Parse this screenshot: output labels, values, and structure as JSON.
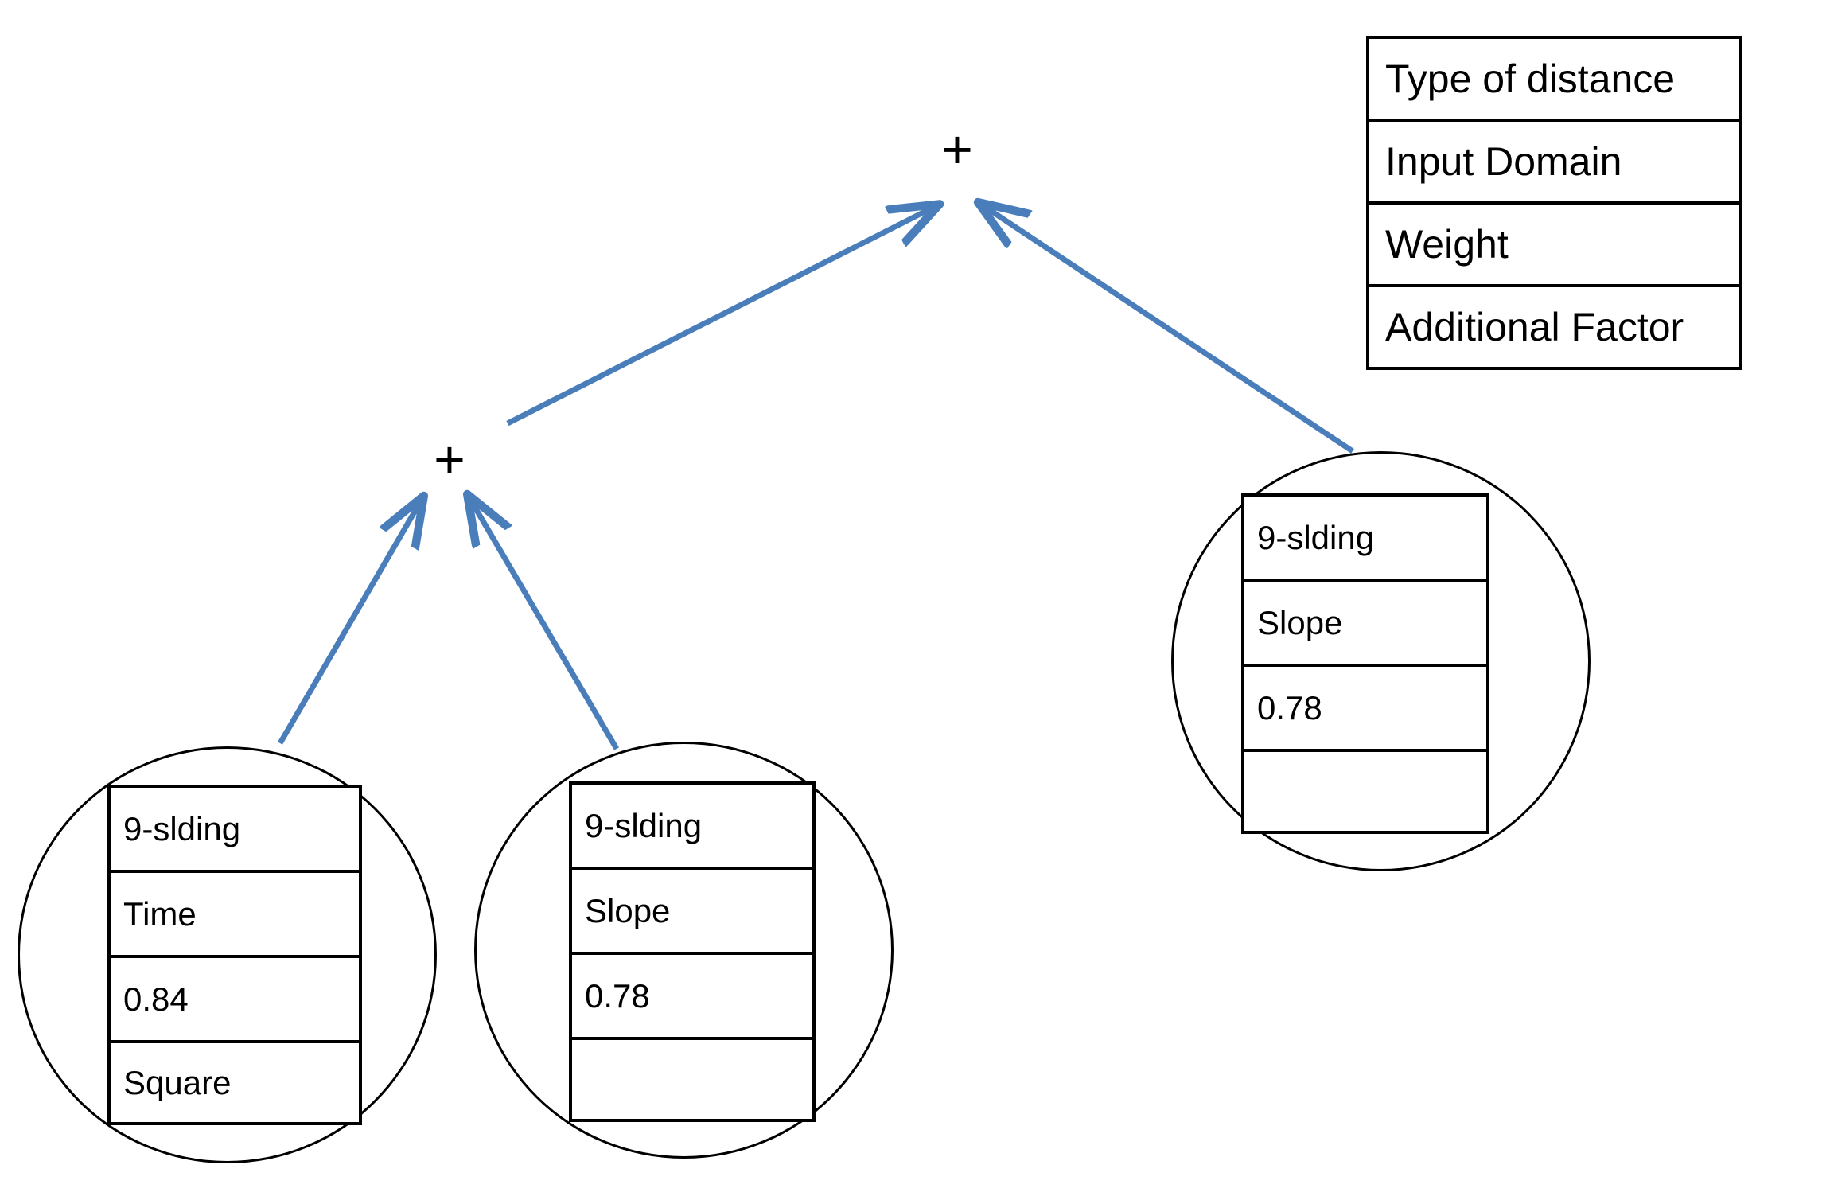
{
  "legend": {
    "rows": [
      {
        "label": "Type of distance"
      },
      {
        "label": "Input Domain"
      },
      {
        "label": "Weight"
      },
      {
        "label": "Additional Factor"
      }
    ]
  },
  "tree": {
    "root": {
      "label": "+"
    },
    "left_operator": {
      "label": "+"
    },
    "leaves": [
      {
        "id": "leaf-time",
        "rows": [
          {
            "label": "9-slding"
          },
          {
            "label": "Time"
          },
          {
            "label": "0.84"
          },
          {
            "label": "Square"
          }
        ]
      },
      {
        "id": "leaf-slope-left",
        "rows": [
          {
            "label": "9-slding"
          },
          {
            "label": "Slope"
          },
          {
            "label": "0.78"
          },
          {
            "label": ""
          }
        ]
      },
      {
        "id": "leaf-slope-right",
        "rows": [
          {
            "label": "9-slding"
          },
          {
            "label": "Slope"
          },
          {
            "label": "0.78"
          },
          {
            "label": ""
          }
        ]
      }
    ]
  },
  "colors": {
    "edge": "#4a7ebb",
    "stroke": "#000000",
    "background": "#ffffff"
  }
}
